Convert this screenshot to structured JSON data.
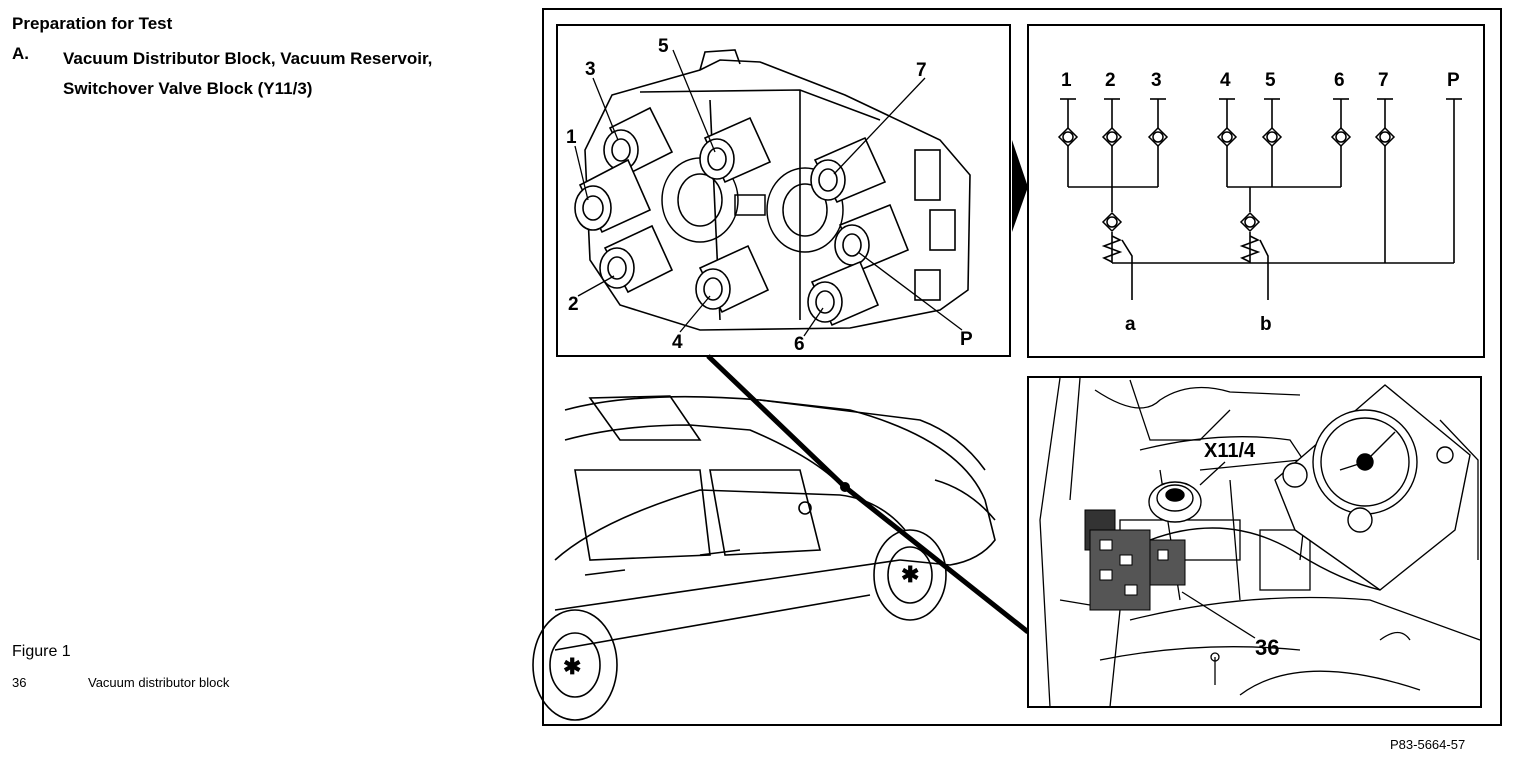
{
  "heading": "Preparation for Test",
  "section": {
    "letter": "A.",
    "title": "Vacuum Distributor Block, Vacuum Reservoir, Switchover Valve Block (Y11/3)"
  },
  "figure": {
    "title": "Figure 1",
    "legend": [
      {
        "num": "36",
        "text": "Vacuum distributor block"
      }
    ],
    "code": "P83-5664-57"
  },
  "block_labels": {
    "p1": "1",
    "p2": "2",
    "p3": "3",
    "p4": "4",
    "p5": "5",
    "p6": "6",
    "p7": "7",
    "pP": "P"
  },
  "schematic_labels": {
    "p1": "1",
    "p2": "2",
    "p3": "3",
    "p4": "4",
    "p5": "5",
    "p6": "6",
    "p7": "7",
    "pP": "P",
    "a": "a",
    "b": "b"
  },
  "engine_labels": {
    "connector": "X11/4",
    "block": "36"
  }
}
